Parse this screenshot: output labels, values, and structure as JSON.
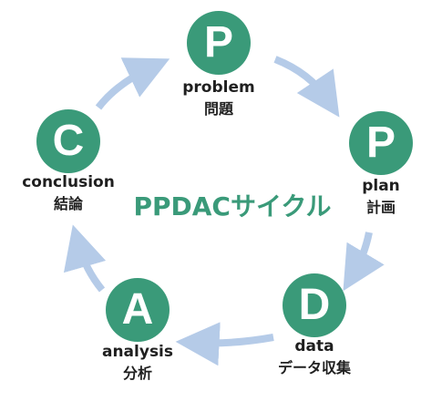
{
  "title": "PPDACサイクル",
  "colors": {
    "node": "#3a9a79",
    "arrow": "#b5cbe8",
    "title": "#3a9a79",
    "text": "#1f1f1f"
  },
  "nodes": [
    {
      "letter": "P",
      "en": "problem",
      "jp": "問題"
    },
    {
      "letter": "P",
      "en": "plan",
      "jp": "計画"
    },
    {
      "letter": "D",
      "en": "data",
      "jp": "データ収集"
    },
    {
      "letter": "A",
      "en": "analysis",
      "jp": "分析"
    },
    {
      "letter": "C",
      "en": "conclusion",
      "jp": "結論"
    }
  ]
}
